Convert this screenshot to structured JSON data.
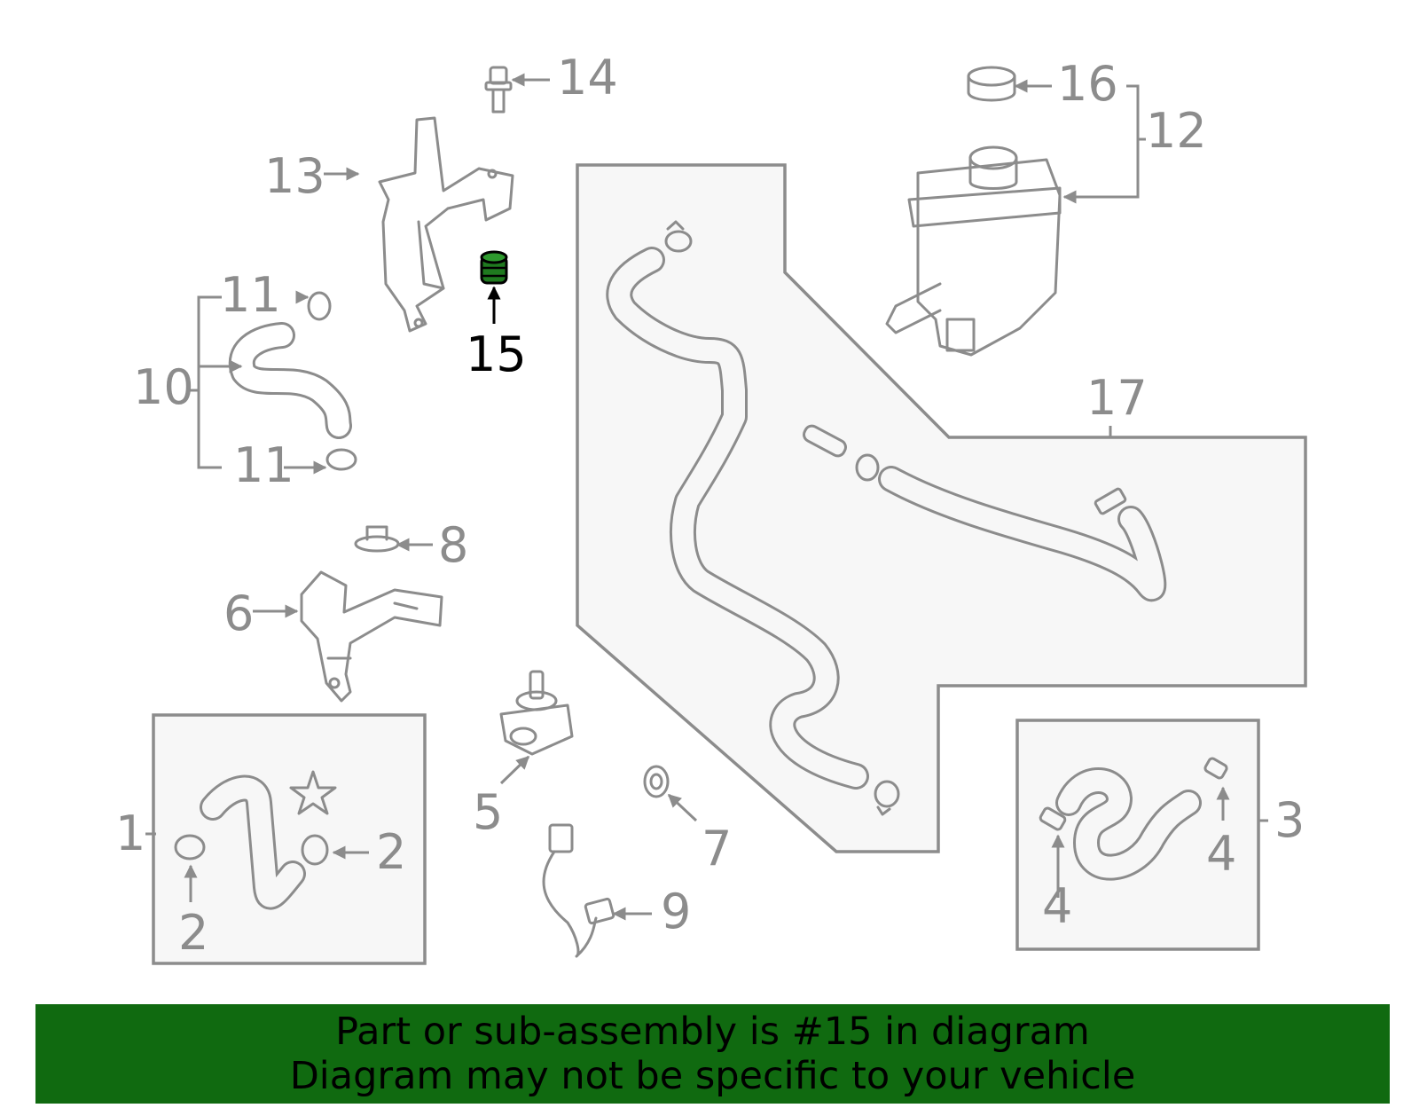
{
  "diagram": {
    "highlighted_part": "15",
    "labels": {
      "l1": "1",
      "l2a": "2",
      "l2b": "2",
      "l3": "3",
      "l4a": "4",
      "l4b": "4",
      "l5": "5",
      "l6": "6",
      "l7": "7",
      "l8": "8",
      "l9": "9",
      "l10": "10",
      "l11a": "11",
      "l11b": "11",
      "l12": "12",
      "l13": "13",
      "l14": "14",
      "l15": "15",
      "l16": "16",
      "l17": "17"
    },
    "colors": {
      "line": "#8c8c8c",
      "highlight": "#1f7a1f",
      "panel": "#f7f7f7",
      "banner": "#106a10"
    }
  },
  "banner": {
    "line1": "Part or sub-assembly is #15 in diagram",
    "line2": "Diagram may not be specific to your vehicle"
  }
}
